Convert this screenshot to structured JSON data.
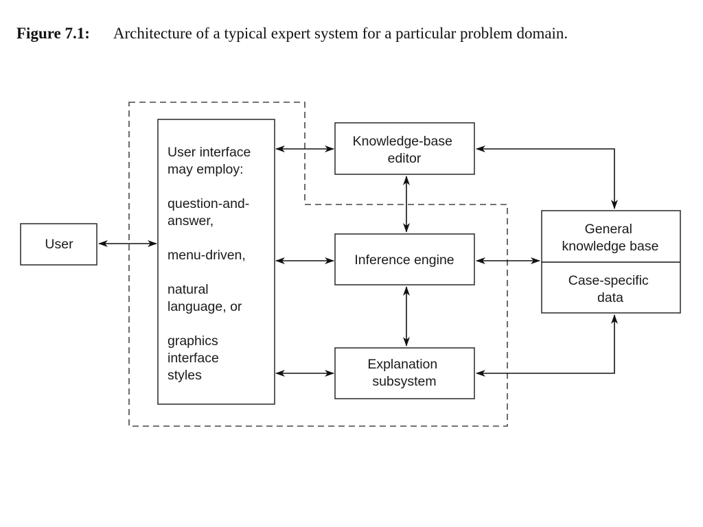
{
  "caption": {
    "label": "Figure 7.1:",
    "text": "Architecture of a typical expert system for a particular problem domain."
  },
  "nodes": {
    "user": {
      "lines": [
        "User"
      ]
    },
    "user_interface": {
      "lines": [
        "User interface",
        "may employ:",
        "",
        "question-and-",
        "answer,",
        "",
        "menu-driven,",
        "",
        "natural",
        "language, or",
        "",
        "graphics",
        "interface",
        "styles"
      ]
    },
    "kb_editor": {
      "lines": [
        "Knowledge-base",
        "editor"
      ]
    },
    "inference_engine": {
      "lines": [
        "Inference engine"
      ]
    },
    "explanation": {
      "lines": [
        "Explanation",
        "subsystem"
      ]
    },
    "general_kb": {
      "lines": [
        "General",
        "knowledge base"
      ]
    },
    "case_data": {
      "lines": [
        "Case-specific",
        "data"
      ]
    }
  },
  "edges": [
    {
      "from": "user",
      "to": "user_interface",
      "direction": "both"
    },
    {
      "from": "user_interface",
      "to": "kb_editor",
      "direction": "both"
    },
    {
      "from": "user_interface",
      "to": "inference_engine",
      "direction": "both"
    },
    {
      "from": "user_interface",
      "to": "explanation",
      "direction": "both"
    },
    {
      "from": "kb_editor",
      "to": "inference_engine",
      "direction": "both"
    },
    {
      "from": "inference_engine",
      "to": "explanation",
      "direction": "both"
    },
    {
      "from": "kb_editor",
      "to": "general_kb",
      "direction": "both"
    },
    {
      "from": "inference_engine",
      "to": "general_kb",
      "direction": "both"
    },
    {
      "from": "explanation",
      "to": "case_data",
      "direction": "both"
    }
  ]
}
